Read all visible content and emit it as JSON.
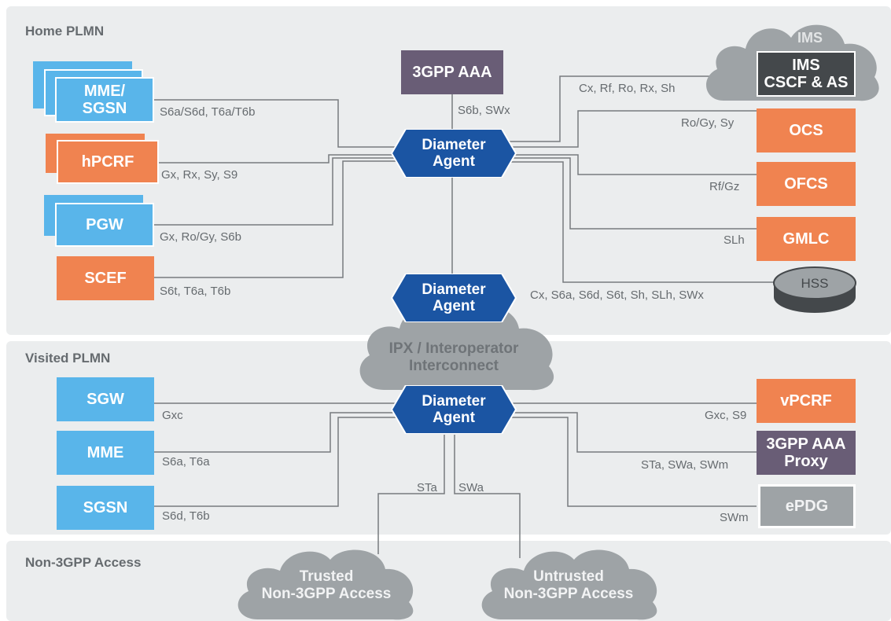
{
  "zones": {
    "home": "Home PLMN",
    "visited": "Visited PLMN",
    "non3gpp": "Non-3GPP Access"
  },
  "home_nodes": {
    "mme_sgsn": "MME/\nSGSN",
    "hpcrf": "hPCRF",
    "pgw": "PGW",
    "scef": "SCEF",
    "aaa": "3GPP AAA",
    "ims_cloud": "IMS",
    "ims_box": "IMS\nCSCF & AS",
    "ocs": "OCS",
    "ofcs": "OFCS",
    "gmlc": "GMLC",
    "hss": "HSS"
  },
  "home_labels": {
    "mme": "S6a/S6d, T6a/T6b",
    "hpcrf": "Gx, Rx, Sy, S9",
    "pgw": "Gx, Ro/Gy, S6b",
    "scef": "S6t, T6a, T6b",
    "aaa": "S6b, SWx",
    "ims": "Cx, Rf, Ro, Rx, Sh",
    "ocs": "Ro/Gy, Sy",
    "ofcs": "Rf/Gz",
    "gmlc": "SLh",
    "hss": "Cx, S6a, S6d, S6t, Sh, SLh, SWx"
  },
  "agents": {
    "home": "Diameter\nAgent",
    "edge": "Diameter\nAgent",
    "visited": "Diameter\nAgent"
  },
  "ipx": "IPX / Interoperator\nInterconnect",
  "visited_nodes": {
    "sgw": "SGW",
    "mme": "MME",
    "sgsn": "SGSN",
    "vpcrf": "vPCRF",
    "aaa_proxy": "3GPP AAA\nProxy",
    "epdg": "ePDG"
  },
  "visited_labels": {
    "sgw": "Gxc",
    "mme": "S6a, T6a",
    "sgsn": "S6d, T6b",
    "vpcrf": "Gxc, S9",
    "aaa_proxy": "STa, SWa, SWm",
    "epdg": "SWm",
    "sta": "STa",
    "swa": "SWa"
  },
  "access": {
    "trusted": "Trusted\nNon-3GPP Access",
    "untrusted": "Untrusted\nNon-3GPP Access"
  },
  "colors": {
    "zone_bg": "#ebedee",
    "blue": "#59b5ea",
    "orange": "#f08350",
    "purple": "#695d76",
    "agent": "#1b55a3",
    "gray_node": "#9ea3a6",
    "line": "#777b7f"
  }
}
